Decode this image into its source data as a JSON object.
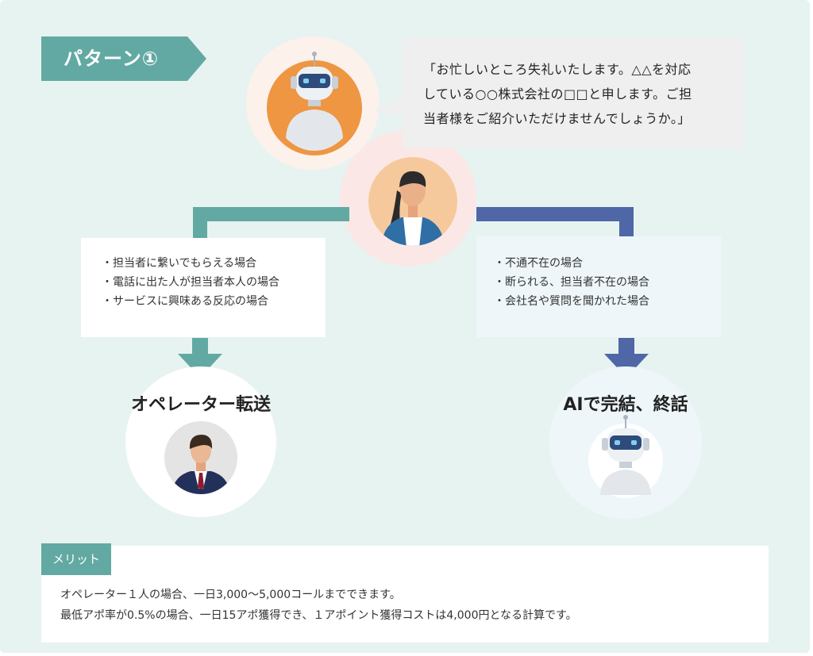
{
  "title": "パターン①",
  "speech": {
    "lines": [
      "「お忙しいところ失礼いたします。△△を対応",
      "している○○株式会社の□□と申します。ご担",
      "当者様をご紹介いただけませんでしょうか。」"
    ]
  },
  "left_branch": {
    "conditions": [
      "・担当者に繋いでもらえる場合",
      "・電話に出た人が担当者本人の場合",
      "・サービスに興味ある反応の場合"
    ],
    "outcome": "オペレーター転送"
  },
  "right_branch": {
    "conditions": [
      "・不通不在の場合",
      "・断られる、担当者不在の場合",
      "・会社名や質問を聞かれた場合"
    ],
    "outcome": "AIで完結、終話"
  },
  "merit": {
    "label": "メリット",
    "lines": [
      "オペレーター１人の場合、一日3,000〜5,000コールまでできます。",
      "最低アポ率が0.5%の場合、一日15アポ獲得でき、１アポイント獲得コストは4,000円となる計算です。"
    ]
  },
  "colors": {
    "background": "#e7f3f1",
    "teal": "#63a9a3",
    "navy": "#4f67a7",
    "orange": "#ee9642"
  },
  "icons": {
    "robot": "robot-icon",
    "woman": "woman-receptionist-icon",
    "man": "male-operator-icon",
    "arrow": "arrow-down-icon"
  }
}
